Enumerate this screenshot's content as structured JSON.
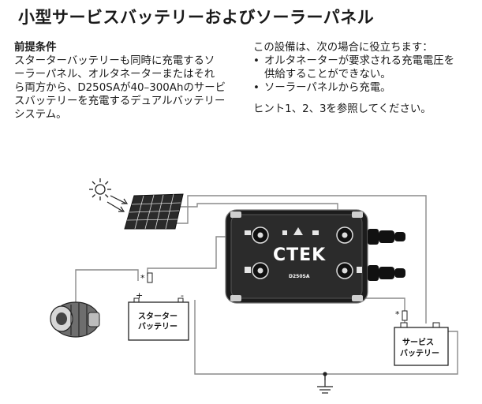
{
  "title": "小型サービスバッテリーおよびソーラーパネル",
  "prerequisites": {
    "heading": "前提条件",
    "lines": [
      "スターターバッテリーも同時に充電するソ",
      "ーラーパネル、オルタネーターまたはそれ",
      "ら両方から、D250SAが40–300Ahのサービ",
      "スバッテリーを充電するデュアルバッテリー",
      "システム。"
    ]
  },
  "usage": {
    "intro": "この設備は、次の場合に役立ちます：",
    "bullets": [
      [
        "オルタネーターが要求される充電電圧を",
        "供給することができない。"
      ],
      [
        "ソーラーパネルから充電。"
      ]
    ],
    "hint": "ヒント1、2、3を参照してください。"
  },
  "diagram": {
    "starter_battery_label": [
      "スターター",
      "バッテリー"
    ],
    "service_battery_label": [
      "サービス",
      "バッテリー"
    ],
    "fuse_marker": "*",
    "charger_brand": "CTEK",
    "charger_model": "D250SA",
    "icons": [
      "sun-icon",
      "solar-panel-icon",
      "alternator-icon",
      "ground-icon",
      "fuse-icon"
    ]
  }
}
